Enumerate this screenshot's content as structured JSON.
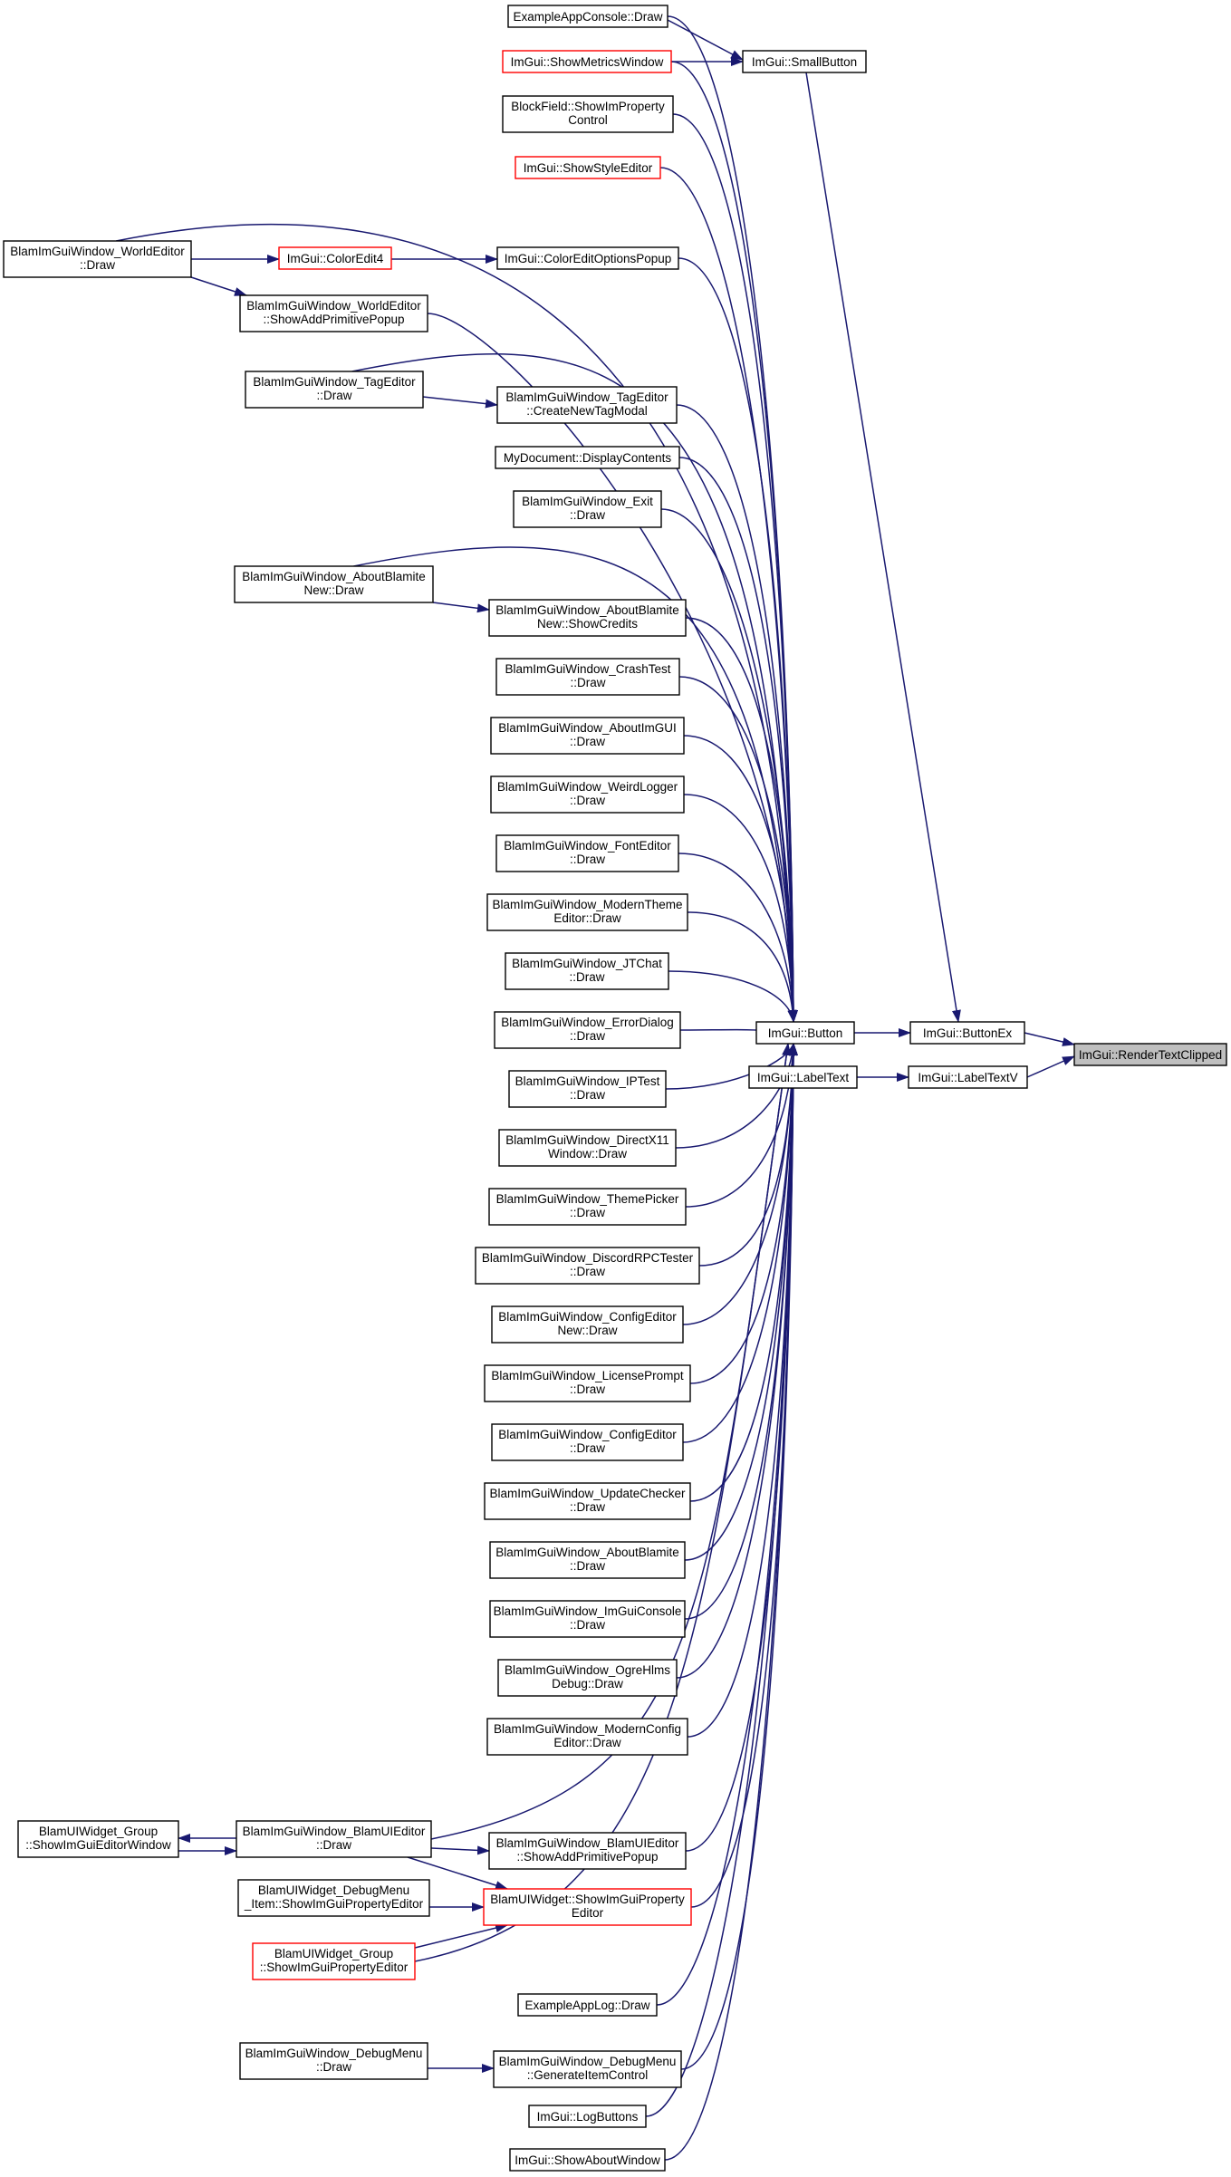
{
  "diagram": {
    "type": "call-graph",
    "colors": {
      "edge": "#191970",
      "node_border": "#000000",
      "highlight_border": "#ff0000",
      "root_fill": "#bfbfbf",
      "background": "#ffffff"
    },
    "nodes": [
      {
        "id": "n0",
        "lines": [
          "ImGui::RenderTextClipped"
        ],
        "style": "root"
      },
      {
        "id": "n1",
        "lines": [
          "ImGui::ButtonEx"
        ]
      },
      {
        "id": "n2",
        "lines": [
          "ImGui::LabelTextV"
        ]
      },
      {
        "id": "n3",
        "lines": [
          "ImGui::Button"
        ]
      },
      {
        "id": "n4",
        "lines": [
          "ImGui::SmallButton"
        ]
      },
      {
        "id": "n5",
        "lines": [
          "ImGui::LabelText"
        ]
      },
      {
        "id": "n6",
        "lines": [
          "ExampleAppConsole::Draw"
        ]
      },
      {
        "id": "n7",
        "lines": [
          "ImGui::ShowMetricsWindow"
        ],
        "style": "red"
      },
      {
        "id": "n8",
        "lines": [
          "BlockField::ShowImProperty",
          "Control"
        ]
      },
      {
        "id": "n9",
        "lines": [
          "ImGui::ShowStyleEditor"
        ],
        "style": "red"
      },
      {
        "id": "n10",
        "lines": [
          "BlamImGuiWindow_WorldEditor",
          "::Draw"
        ]
      },
      {
        "id": "n11",
        "lines": [
          "ImGui::ColorEdit4"
        ],
        "style": "red"
      },
      {
        "id": "n12",
        "lines": [
          "ImGui::ColorEditOptionsPopup"
        ]
      },
      {
        "id": "n13",
        "lines": [
          "BlamImGuiWindow_WorldEditor",
          "::ShowAddPrimitivePopup"
        ]
      },
      {
        "id": "n14",
        "lines": [
          "BlamImGuiWindow_TagEditor",
          "::Draw"
        ]
      },
      {
        "id": "n15",
        "lines": [
          "BlamImGuiWindow_TagEditor",
          "::CreateNewTagModal"
        ]
      },
      {
        "id": "n16",
        "lines": [
          "MyDocument::DisplayContents"
        ]
      },
      {
        "id": "n17",
        "lines": [
          "BlamImGuiWindow_Exit",
          "::Draw"
        ]
      },
      {
        "id": "n18",
        "lines": [
          "BlamImGuiWindow_AboutBlamite",
          "New::Draw"
        ]
      },
      {
        "id": "n19",
        "lines": [
          "BlamImGuiWindow_AboutBlamite",
          "New::ShowCredits"
        ]
      },
      {
        "id": "n20",
        "lines": [
          "BlamImGuiWindow_CrashTest",
          "::Draw"
        ]
      },
      {
        "id": "n21",
        "lines": [
          "BlamImGuiWindow_AboutImGUI",
          "::Draw"
        ]
      },
      {
        "id": "n22",
        "lines": [
          "BlamImGuiWindow_WeirdLogger",
          "::Draw"
        ]
      },
      {
        "id": "n23",
        "lines": [
          "BlamImGuiWindow_FontEditor",
          "::Draw"
        ]
      },
      {
        "id": "n24",
        "lines": [
          "BlamImGuiWindow_ModernTheme",
          "Editor::Draw"
        ]
      },
      {
        "id": "n25",
        "lines": [
          "BlamImGuiWindow_JTChat",
          "::Draw"
        ]
      },
      {
        "id": "n26",
        "lines": [
          "BlamImGuiWindow_ErrorDialog",
          "::Draw"
        ]
      },
      {
        "id": "n27",
        "lines": [
          "BlamImGuiWindow_IPTest",
          "::Draw"
        ]
      },
      {
        "id": "n28",
        "lines": [
          "BlamImGuiWindow_DirectX11",
          "Window::Draw"
        ]
      },
      {
        "id": "n29",
        "lines": [
          "BlamImGuiWindow_ThemePicker",
          "::Draw"
        ]
      },
      {
        "id": "n30",
        "lines": [
          "BlamImGuiWindow_DiscordRPCTester",
          "::Draw"
        ]
      },
      {
        "id": "n31",
        "lines": [
          "BlamImGuiWindow_ConfigEditor",
          "New::Draw"
        ]
      },
      {
        "id": "n32",
        "lines": [
          "BlamImGuiWindow_LicensePrompt",
          "::Draw"
        ]
      },
      {
        "id": "n33",
        "lines": [
          "BlamImGuiWindow_ConfigEditor",
          "::Draw"
        ]
      },
      {
        "id": "n34",
        "lines": [
          "BlamImGuiWindow_UpdateChecker",
          "::Draw"
        ]
      },
      {
        "id": "n35",
        "lines": [
          "BlamImGuiWindow_AboutBlamite",
          "::Draw"
        ]
      },
      {
        "id": "n36",
        "lines": [
          "BlamImGuiWindow_ImGuiConsole",
          "::Draw"
        ]
      },
      {
        "id": "n37",
        "lines": [
          "BlamImGuiWindow_OgreHlms",
          "Debug::Draw"
        ]
      },
      {
        "id": "n38",
        "lines": [
          "BlamImGuiWindow_ModernConfig",
          "Editor::Draw"
        ]
      },
      {
        "id": "n39",
        "lines": [
          "BlamUIWidget_Group",
          "::ShowImGuiEditorWindow"
        ]
      },
      {
        "id": "n40",
        "lines": [
          "BlamImGuiWindow_BlamUIEditor",
          "::Draw"
        ]
      },
      {
        "id": "n41",
        "lines": [
          "BlamImGuiWindow_BlamUIEditor",
          "::ShowAddPrimitivePopup"
        ]
      },
      {
        "id": "n42",
        "lines": [
          "BlamUIWidget_DebugMenu",
          "_Item::ShowImGuiPropertyEditor"
        ]
      },
      {
        "id": "n43",
        "lines": [
          "BlamUIWidget::ShowImGuiProperty",
          "Editor"
        ],
        "style": "red"
      },
      {
        "id": "n44",
        "lines": [
          "BlamUIWidget_Group",
          "::ShowImGuiPropertyEditor"
        ],
        "style": "red"
      },
      {
        "id": "n45",
        "lines": [
          "ExampleAppLog::Draw"
        ]
      },
      {
        "id": "n46",
        "lines": [
          "BlamImGuiWindow_DebugMenu",
          "::Draw"
        ]
      },
      {
        "id": "n47",
        "lines": [
          "BlamImGuiWindow_DebugMenu",
          "::GenerateItemControl"
        ]
      },
      {
        "id": "n48",
        "lines": [
          "ImGui::LogButtons"
        ]
      },
      {
        "id": "n49",
        "lines": [
          "ImGui::ShowAboutWindow"
        ]
      }
    ],
    "edges": [
      [
        "n1",
        "n0"
      ],
      [
        "n2",
        "n0"
      ],
      [
        "n3",
        "n1"
      ],
      [
        "n4",
        "n1"
      ],
      [
        "n5",
        "n2"
      ],
      [
        "n6",
        "n4"
      ],
      [
        "n7",
        "n4"
      ],
      [
        "n6",
        "n3"
      ],
      [
        "n7",
        "n3"
      ],
      [
        "n8",
        "n3"
      ],
      [
        "n9",
        "n3"
      ],
      [
        "n10",
        "n3"
      ],
      [
        "n10",
        "n11"
      ],
      [
        "n11",
        "n12"
      ],
      [
        "n12",
        "n3"
      ],
      [
        "n10",
        "n13"
      ],
      [
        "n13",
        "n3"
      ],
      [
        "n14",
        "n3"
      ],
      [
        "n14",
        "n15"
      ],
      [
        "n15",
        "n3"
      ],
      [
        "n16",
        "n3"
      ],
      [
        "n17",
        "n3"
      ],
      [
        "n18",
        "n3"
      ],
      [
        "n18",
        "n19"
      ],
      [
        "n19",
        "n3"
      ],
      [
        "n20",
        "n3"
      ],
      [
        "n21",
        "n3"
      ],
      [
        "n22",
        "n3"
      ],
      [
        "n23",
        "n3"
      ],
      [
        "n24",
        "n3"
      ],
      [
        "n25",
        "n3"
      ],
      [
        "n26",
        "n3"
      ],
      [
        "n27",
        "n3"
      ],
      [
        "n28",
        "n3"
      ],
      [
        "n29",
        "n3"
      ],
      [
        "n30",
        "n3"
      ],
      [
        "n31",
        "n3"
      ],
      [
        "n32",
        "n3"
      ],
      [
        "n33",
        "n3"
      ],
      [
        "n34",
        "n3"
      ],
      [
        "n35",
        "n3"
      ],
      [
        "n36",
        "n3"
      ],
      [
        "n37",
        "n3"
      ],
      [
        "n38",
        "n3"
      ],
      [
        "n40",
        "n3"
      ],
      [
        "n40",
        "n39"
      ],
      [
        "n39",
        "n40"
      ],
      [
        "n40",
        "n41"
      ],
      [
        "n41",
        "n3"
      ],
      [
        "n40",
        "n43"
      ],
      [
        "n42",
        "n43"
      ],
      [
        "n43",
        "n3"
      ],
      [
        "n44",
        "n43"
      ],
      [
        "n44",
        "n3"
      ],
      [
        "n45",
        "n3"
      ],
      [
        "n46",
        "n47"
      ],
      [
        "n47",
        "n3"
      ],
      [
        "n48",
        "n3"
      ],
      [
        "n49",
        "n3"
      ]
    ]
  }
}
